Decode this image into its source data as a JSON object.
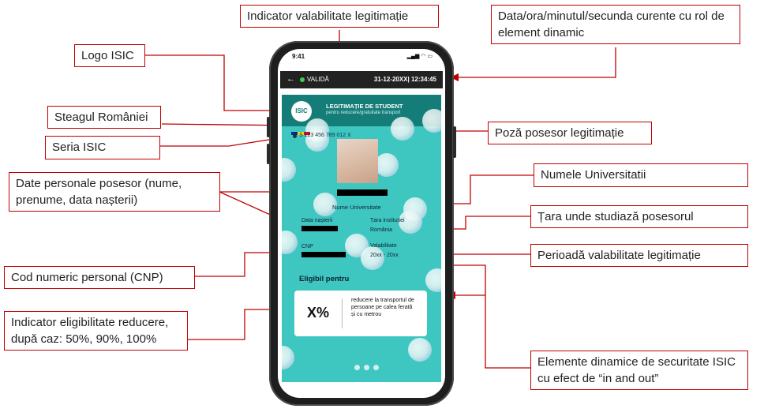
{
  "labels": {
    "indicator_valabilitate": "Indicator valabilitate legitimație",
    "data_ora": "Data/ora/minutul/secunda curente cu rol de element dinamic",
    "logo_isic": "Logo ISIC",
    "steagul": "Steagul României",
    "seria": "Seria ISIC",
    "date_personale": "Date personale posesor (nume, prenume, data nașterii)",
    "cnp": "Cod numeric personal (CNP)",
    "indicator_eligibilitate": "Indicator eligibilitate reducere, după caz: 50%, 90%, 100%",
    "poza": "Poză posesor legitimație",
    "universitate": "Numele Universitatii",
    "tara": "Țara unde studiază posesorul",
    "perioada": "Perioadă valabilitate legitimație",
    "elemente": "Elemente dinamice de securitate ISIC cu efect de “in and out”"
  },
  "phone": {
    "status_time": "9:41",
    "status_icons": "▂▄▆ ◠ ▭",
    "back_icon": "arrow-left-icon",
    "back_glyph": "←",
    "valid_text": "VALIDĂ",
    "datetime": "31-12-20XX| 12:34:45"
  },
  "card": {
    "logo_text": "ISIC",
    "title": "LEGITIMAȚIE DE STUDENT",
    "subtitle": "pentru reducere/gratuitate transport",
    "serial": "S 123 456 789 012 X",
    "university": "Nume Universitate",
    "birth_label": "Data nașterii",
    "country_label": "Țara instituției",
    "country_value": "România",
    "cnp_label": "CNP",
    "validity_label": "Valabilitate",
    "validity_value": "20xx - 20xx",
    "eligible_title": "Eligibil pentru",
    "percent": "X%",
    "reduction_text": "reducere la transportul de persoane pe calea ferată și cu metrou"
  },
  "colors": {
    "accent_red": "#c00000",
    "card_teal": "#3ec7c0",
    "header_teal": "#157d78",
    "valid_green": "#3ecf4a",
    "flag": [
      "#002b7f",
      "#fcd116",
      "#ce1126"
    ]
  }
}
